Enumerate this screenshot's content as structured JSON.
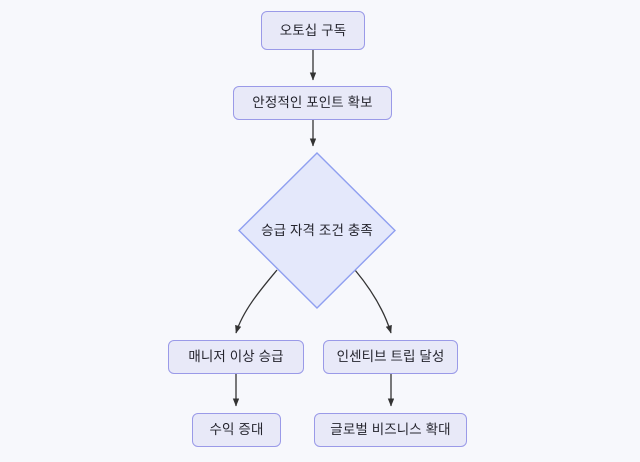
{
  "diagram": {
    "type": "flowchart",
    "direction": "top-to-bottom",
    "background_color": "#f7f8fc",
    "node_fill": "#e8e9f8",
    "node_border": "#9a9ae8",
    "decision_fill": "#e4e8fb",
    "decision_border": "#8f9ff0",
    "edge_color": "#333333",
    "text_color": "#25252e",
    "nodes": [
      {
        "id": "n1",
        "label": "오토십 구독",
        "shape": "rounded-rect"
      },
      {
        "id": "n2",
        "label": "안정적인 포인트 확보",
        "shape": "rounded-rect"
      },
      {
        "id": "n3",
        "label": "승급 자격 조건 충족",
        "shape": "diamond"
      },
      {
        "id": "n4",
        "label": "매니저 이상 승급",
        "shape": "rounded-rect"
      },
      {
        "id": "n5",
        "label": "인센티브 트립 달성",
        "shape": "rounded-rect"
      },
      {
        "id": "n6",
        "label": "수익 증대",
        "shape": "rounded-rect"
      },
      {
        "id": "n7",
        "label": "글로벌 비즈니스 확대",
        "shape": "rounded-rect"
      }
    ],
    "edges": [
      {
        "from": "n1",
        "to": "n2",
        "style": "straight",
        "arrow": true
      },
      {
        "from": "n2",
        "to": "n3",
        "style": "straight",
        "arrow": true
      },
      {
        "from": "n3",
        "to": "n4",
        "style": "curved",
        "arrow": true
      },
      {
        "from": "n3",
        "to": "n5",
        "style": "curved",
        "arrow": true
      },
      {
        "from": "n4",
        "to": "n6",
        "style": "straight",
        "arrow": true
      },
      {
        "from": "n5",
        "to": "n7",
        "style": "straight",
        "arrow": true
      }
    ]
  }
}
